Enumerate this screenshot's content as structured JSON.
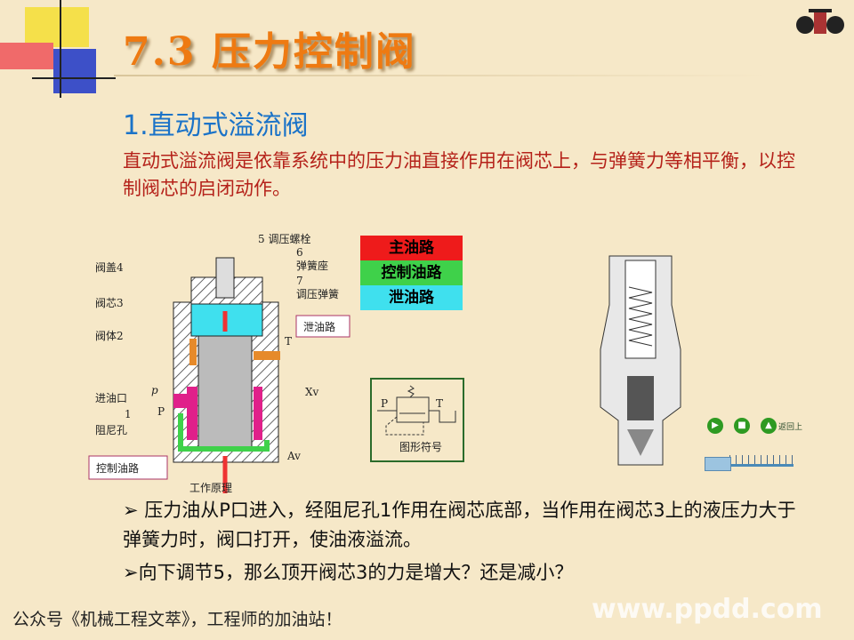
{
  "title": "7.3 压力控制阀",
  "subtitle": "1.直动式溢流阀",
  "intro": "直动式溢流阀是依靠系统中的压力油直接作用在阀芯上，与弹簧力等相平衡，以控制阀芯的启闭动作。",
  "diagram": {
    "labels": {
      "bolt": "5 调压螺栓",
      "seat_num": "6",
      "seat": "弹簧座",
      "spring_num": "7",
      "spring": "调压弹簧",
      "cover": "阀盖4",
      "spool": "阀芯3",
      "body": "阀体2",
      "inlet": "进油口",
      "p_small": "p",
      "P": "P",
      "orifice_num": "1",
      "orifice": "阻尼孔",
      "T": "T",
      "Xv": "Xv",
      "Av": "Av",
      "drain_box": "泄油路",
      "control_box": "控制油路",
      "caption": "工作原理"
    },
    "legend": [
      {
        "label": "主油路",
        "color": "#ee1b1b"
      },
      {
        "label": "控制油路",
        "color": "#3fd14a"
      },
      {
        "label": "泄油路",
        "color": "#3fe0ee"
      }
    ],
    "symbol": {
      "P": "P",
      "T": "T",
      "caption": "图形符号"
    }
  },
  "nav": {
    "return_label": "返回上",
    "button_color": "#2e9a22"
  },
  "bullets": [
    "➢  压力油从P口进入，经阻尼孔1作用在阀芯底部，当作用在阀芯3上的液压力大于弹簧力时，阀口打开，使油液溢流。",
    "➢向下调节5，那么顶开阀芯3的力是增大？还是减小？"
  ],
  "footer": "公众号《机械工程文萃》，工程师的加油站！",
  "watermark": "www.ppdd.com"
}
